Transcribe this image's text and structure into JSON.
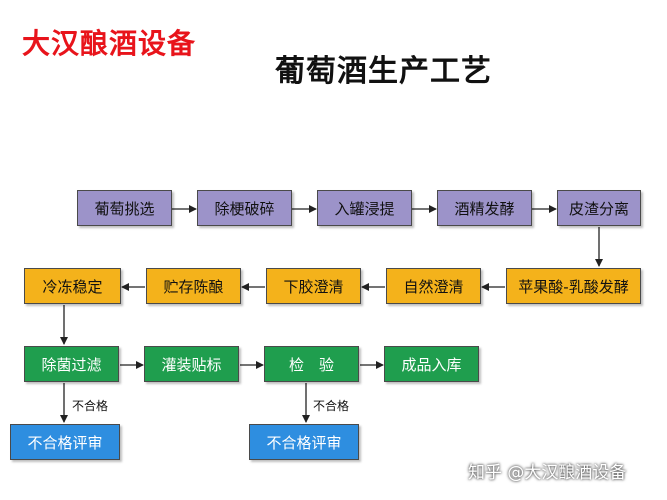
{
  "brand": "大汉酿酒设备",
  "title": "葡萄酒生产工艺",
  "colors": {
    "brand": "#e8141b",
    "stage_purple": "#9c93c9",
    "stage_orange": "#f4b21b",
    "stage_green": "#1f9e4e",
    "stage_blue": "#2e8ee0"
  },
  "steps": {
    "s1": "葡萄挑选",
    "s2": "除梗破碎",
    "s3": "入罐浸提",
    "s4": "酒精发酵",
    "s5": "皮渣分离",
    "s6": "苹果酸-乳酸发酵",
    "s7": "自然澄清",
    "s8": "下胶澄清",
    "s9": "贮存陈酿",
    "s10": "冷冻稳定",
    "s11": "除菌过滤",
    "s12": "灌装贴标",
    "s13": "检　验",
    "s14": "成品入库",
    "s15": "不合格评审",
    "s16": "不合格评审"
  },
  "fail_label_1": "不合格",
  "fail_label_2": "不合格",
  "watermark": "知乎 @大汉酿酒设备"
}
